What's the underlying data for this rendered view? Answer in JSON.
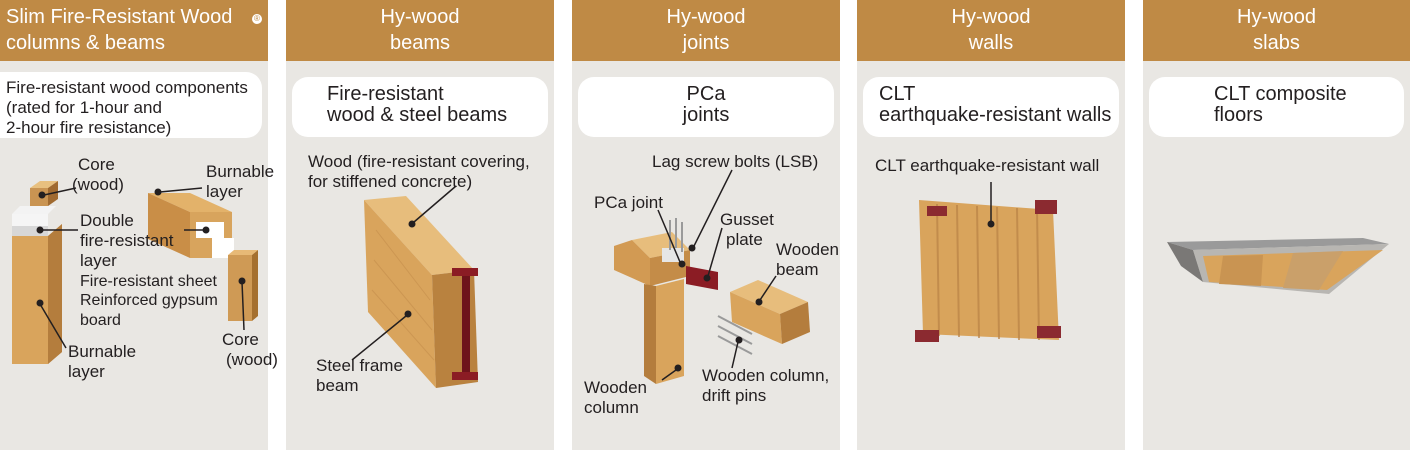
{
  "palette": {
    "header": "#bf8a45",
    "panel": "#e9e7e3",
    "wood": "#d9a45c",
    "steel": "#8b1c24"
  },
  "panels": [
    {
      "header": [
        "Slim Fire-Resistant Wood",
        "columns & beams"
      ],
      "header_mark": "®",
      "subtitle": [
        "Fire-resistant wood components",
        "(rated for 1-hour and",
        "2-hour fire resistance)"
      ],
      "labels": {
        "core_top": [
          "Core",
          "(wood)"
        ],
        "burnable_top": [
          "Burnable",
          "layer"
        ],
        "double": [
          "Double",
          "fire-resistant",
          "layer"
        ],
        "sheet": "Fire-resistant sheet",
        "gypsum": [
          "Reinforced gypsum",
          "board"
        ],
        "burnable_bottom": [
          "Burnable",
          "layer"
        ],
        "core_bottom": [
          "Core",
          "(wood)"
        ]
      }
    },
    {
      "header": [
        "Hy-wood",
        "beams"
      ],
      "subtitle": [
        "Fire-resistant",
        "wood & steel beams"
      ],
      "labels": {
        "wood": [
          "Wood (fire-resistant covering,",
          "for stiffened concrete)"
        ],
        "steel": [
          "Steel frame",
          "beam"
        ]
      }
    },
    {
      "header": [
        "Hy-wood",
        "joints"
      ],
      "subtitle": [
        "PCa",
        "joints"
      ],
      "labels": {
        "lsb": "Lag screw bolts (LSB)",
        "pca": "PCa joint",
        "gusset": [
          "Gusset",
          "plate"
        ],
        "beam": [
          "Wooden",
          "beam"
        ],
        "column": [
          "Wooden",
          "column"
        ],
        "pins": [
          "Wooden column,",
          "drift pins"
        ]
      }
    },
    {
      "header": [
        "Hy-wood",
        "walls"
      ],
      "subtitle": [
        "CLT",
        "earthquake-resistant walls"
      ],
      "labels": {
        "wall": "CLT earthquake-resistant wall"
      }
    },
    {
      "header": [
        "Hy-wood",
        "slabs"
      ],
      "subtitle": [
        "CLT composite",
        "floors"
      ]
    }
  ]
}
